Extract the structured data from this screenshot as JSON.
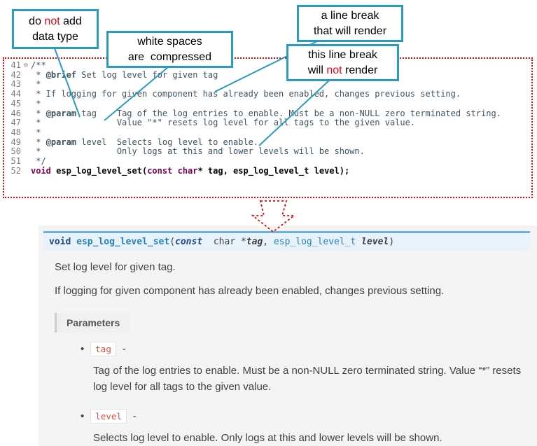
{
  "colors": {
    "callout_border": "#2b9ac0",
    "annotation_red": "#e8001c",
    "dotted_border_red": "#ee0000",
    "keyword_purple": "#7f0055",
    "signature_bg": "#e7f2fa",
    "signature_border": "#6ab0de",
    "param_code_red": "#e74c3c"
  },
  "callouts": {
    "no_datatype": {
      "l1_pre": "do ",
      "l1_red": "not",
      "l1_post": " add",
      "l2": "data type"
    },
    "whitespace": {
      "l1": "white spaces",
      "l2": "are  compressed"
    },
    "br_render": {
      "l1": "a line break",
      "l2": "that will render"
    },
    "br_norender": {
      "l1": "this line break",
      "l2_pre": "will ",
      "l2_red": "not",
      "l2_post": " render"
    }
  },
  "code": {
    "lines": [
      {
        "num": "41",
        "marker": "⊖",
        "segs": [
          {
            "t": "/**",
            "c": "cm"
          }
        ]
      },
      {
        "num": "42",
        "segs": [
          {
            "t": " * ",
            "c": "cm"
          },
          {
            "t": "@brief",
            "c": "tg"
          },
          {
            "t": " Set log level for given tag",
            "c": "cm"
          }
        ]
      },
      {
        "num": "43",
        "segs": [
          {
            "t": " *",
            "c": "cm"
          }
        ]
      },
      {
        "num": "44",
        "segs": [
          {
            "t": " * If logging for given component has already been enabled, changes previous setting.",
            "c": "cm"
          }
        ]
      },
      {
        "num": "45",
        "segs": [
          {
            "t": " *",
            "c": "cm"
          }
        ]
      },
      {
        "num": "46",
        "segs": [
          {
            "t": " * ",
            "c": "cm"
          },
          {
            "t": "@param",
            "c": "tg"
          },
          {
            "t": " tag    Tag of the log entries to enable. Must be a non-NULL zero terminated string.",
            "c": "cm"
          }
        ]
      },
      {
        "num": "47",
        "segs": [
          {
            "t": " *               Value \"*\" resets log level for all tags to the given value.",
            "c": "cm"
          }
        ]
      },
      {
        "num": "48",
        "segs": [
          {
            "t": " *",
            "c": "cm"
          }
        ]
      },
      {
        "num": "49",
        "segs": [
          {
            "t": " * ",
            "c": "cm"
          },
          {
            "t": "@param",
            "c": "tg"
          },
          {
            "t": " level  Selects log level to enable.",
            "c": "cm"
          }
        ]
      },
      {
        "num": "50",
        "segs": [
          {
            "t": " *               Only logs at this and lower levels will be shown.",
            "c": "cm"
          }
        ]
      },
      {
        "num": "51",
        "segs": [
          {
            "t": " */",
            "c": "cm"
          }
        ]
      },
      {
        "num": "52",
        "segs": [
          {
            "t": "void",
            "c": "kw"
          },
          {
            "t": " ",
            "c": "pl"
          },
          {
            "t": "esp_log_level_set",
            "c": "fn"
          },
          {
            "t": "(",
            "c": "pl"
          },
          {
            "t": "const",
            "c": "kw"
          },
          {
            "t": " ",
            "c": "pl"
          },
          {
            "t": "char",
            "c": "kw"
          },
          {
            "t": "* tag, esp_log_level_t level);",
            "c": "pl"
          }
        ]
      }
    ]
  },
  "doc": {
    "signature": {
      "ret": "void",
      "sp1": " ",
      "name": "esp_log_level_set",
      "open": "(",
      "kw_const": "const",
      "mid": "  char *",
      "arg1": "tag",
      "comma": ", ",
      "type": "esp_log_level_t",
      "sp2": " ",
      "arg2": "level",
      "close": ")"
    },
    "brief": "Set log level for given tag.",
    "detail": "If logging for given component has already been enabled, changes previous setting.",
    "params_label": "Parameters",
    "params": [
      {
        "name": "tag",
        "dash": "-",
        "desc": "Tag of the log entries to enable. Must be a non-NULL zero terminated string. Value “*” resets log level for all tags to the given value."
      },
      {
        "name": "level",
        "dash": "-",
        "desc": "Selects log level to enable. Only logs at this and lower levels will be shown."
      }
    ]
  }
}
